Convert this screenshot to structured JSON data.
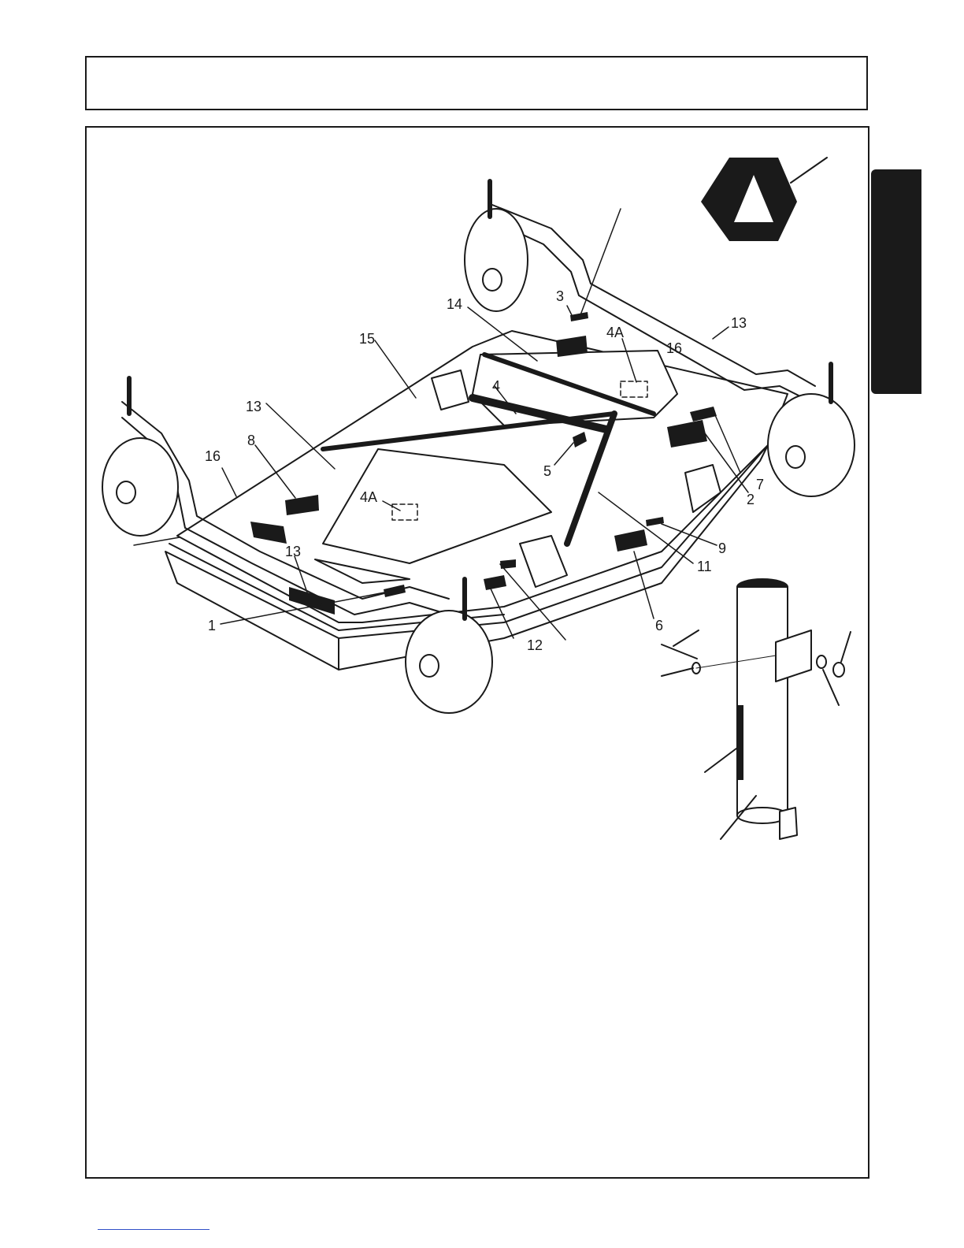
{
  "diagram": {
    "callouts": {
      "c1": "1",
      "c2": "2",
      "c3": "3",
      "c4": "4",
      "c4a_rear": "4A",
      "c4a_front": "4A",
      "c5": "5",
      "c6": "6",
      "c7": "7",
      "c8": "8",
      "c9": "9",
      "c11": "11",
      "c12": "12",
      "c13_right": "13",
      "c13_left": "13",
      "c13_front": "13",
      "c14": "14",
      "c15": "15",
      "c16_left": "16",
      "c16_rear": "16"
    },
    "colors": {
      "ink": "#1a1a1a",
      "decal": "#1a1a1a",
      "paper": "#ffffff"
    }
  }
}
